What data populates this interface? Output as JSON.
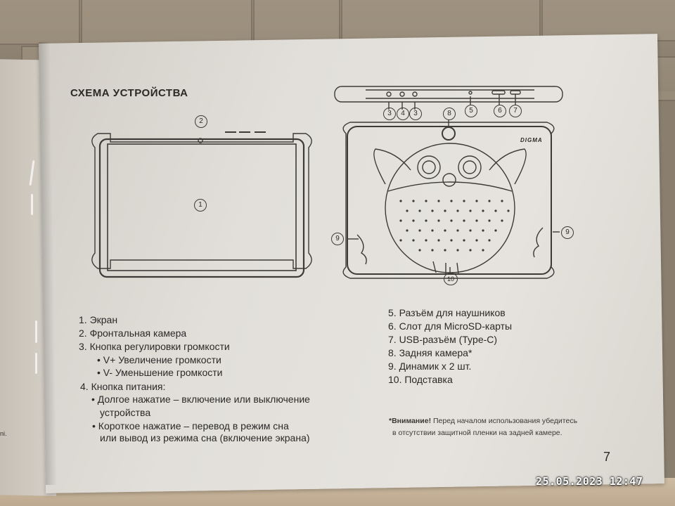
{
  "title": "СХЕМА УСТРОЙСТВА",
  "callouts": {
    "front_screen": "1",
    "front_camera": "2",
    "volume_left": "3",
    "power": "4",
    "volume_right": "3",
    "headphones": "5",
    "microsd": "6",
    "usb": "7",
    "rear_camera": "8",
    "speaker_left": "9",
    "speaker_right": "9",
    "stand": "10"
  },
  "brand": "DIGMA",
  "left_list": [
    "1. Экран",
    "2. Фронтальная камера",
    "3. Кнопка регулировки громкости",
    "• V+ Увеличение громкости",
    "• V-  Уменьшение громкости",
    "4. Кнопка питания:",
    "• Долгое нажатие – включение или выключение",
    "устройства",
    "• Короткое нажатие – перевод в режим сна",
    "или вывод из режима сна (включение экрана)"
  ],
  "right_list": [
    "5. Разъём для наушников",
    "6. Слот для MicroSD-карты",
    "7. USB-разъём (Type-C)",
    "8. Задняя камера*",
    "9. Динамик х 2 шт.",
    "10. Подставка"
  ],
  "note_bold": "*Внимание!",
  "note_text": " Перед началом использования убедитесь",
  "note_line2": "в отсутствии защитной пленки на задней камере.",
  "page_number": "7",
  "left_page_fragment": "ni.",
  "timestamp": "25.05.2023  12:47"
}
